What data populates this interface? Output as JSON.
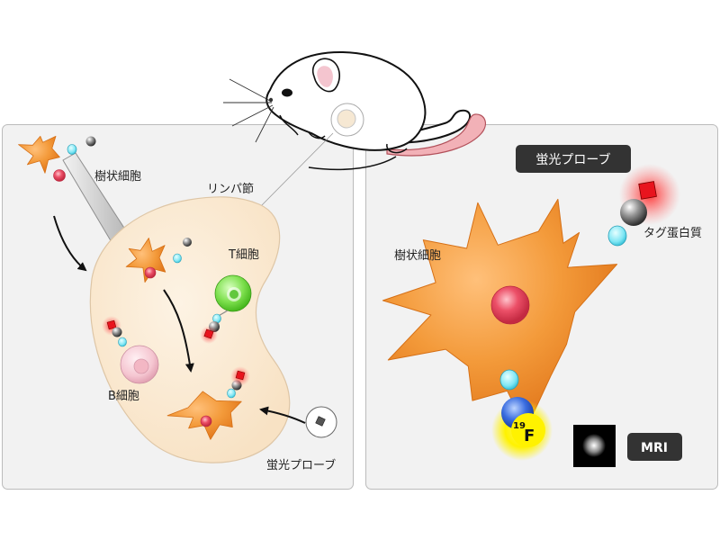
{
  "left_panel": {
    "dendritic_cell_label": "樹状細胞",
    "lymph_node_label": "リンパ節",
    "t_cell_label": "T細胞",
    "b_cell_label": "B細胞",
    "fluorescent_probe_label": "蛍光プローブ"
  },
  "right_panel": {
    "fluorescent_probe_badge": "蛍光プローブ",
    "tag_protein_label": "タグ蛋白質",
    "dendritic_cell_label": "樹状細胞",
    "fluorine_mass_number": "19",
    "fluorine_symbol": "F",
    "mri_badge": "MRI"
  },
  "colors": {
    "dendritic_cell": "#f08a24",
    "nucleus": "#e8405a",
    "lymph_node": "#fbecd6",
    "t_cell": "#6ad23f",
    "b_cell": "#f6c8d2",
    "tag_linker": "#78e4f2",
    "probe_red": "#e8141e",
    "fluorine_sphere": "#2c5fd8",
    "badge_dark": "#333333"
  }
}
